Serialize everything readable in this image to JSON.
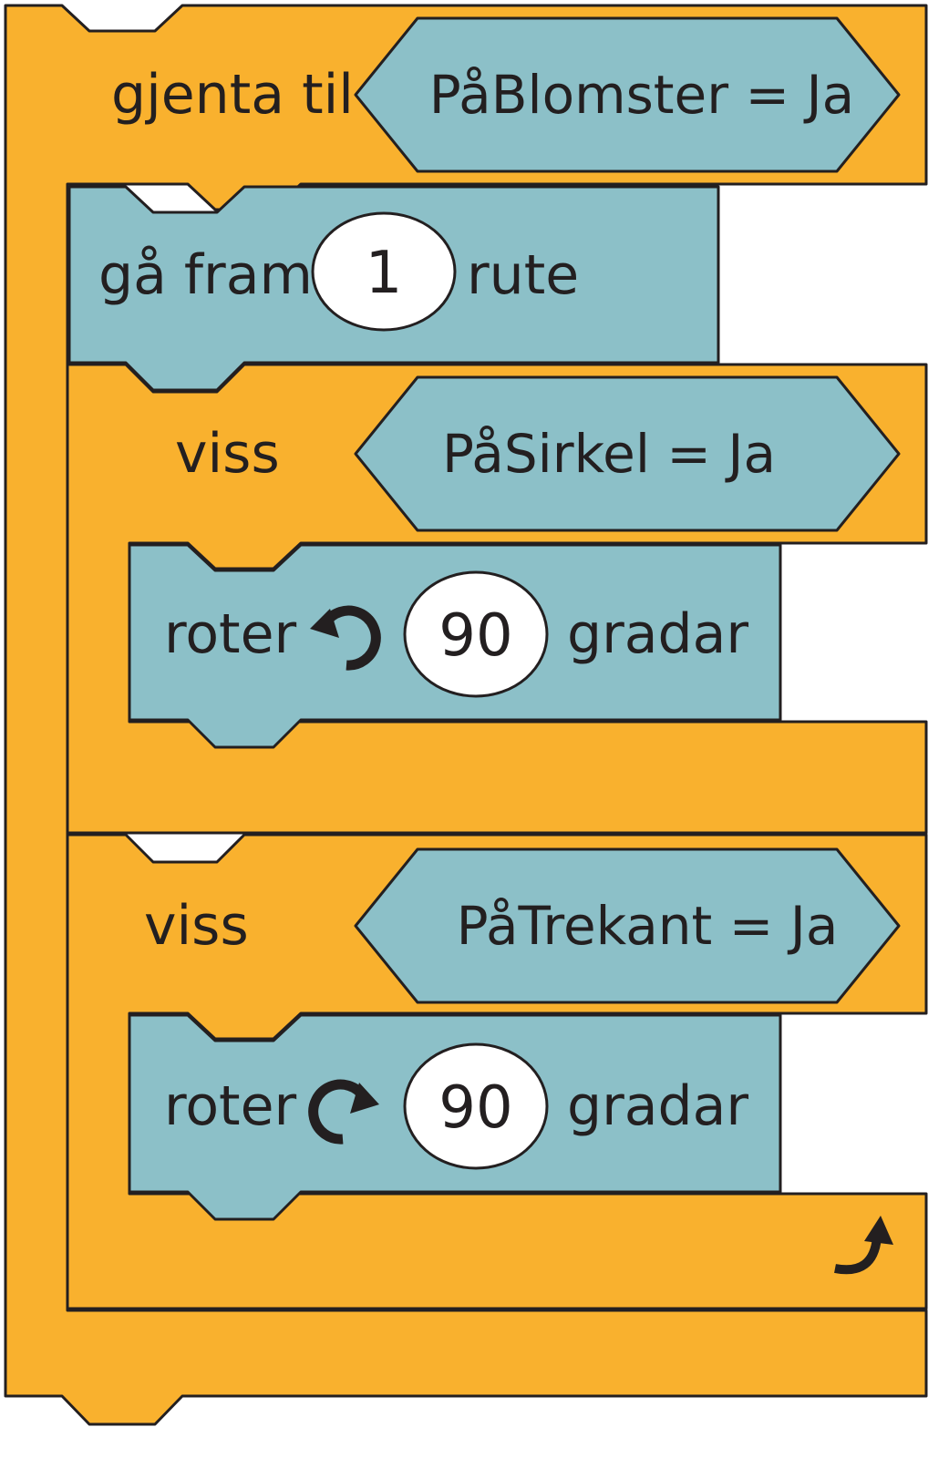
{
  "colors": {
    "control_block": "#f9b12e",
    "motion_block": "#8cc0c8",
    "outline": "#231f20",
    "number_slot": "#ffffff",
    "background": "#ffffff"
  },
  "blocks": {
    "repeat_until": {
      "label": "gjenta til",
      "condition": "PåBlomster = Ja",
      "loop_icon": "loop-arrow-icon"
    },
    "move": {
      "label": "gå fram",
      "value": "1",
      "unit": "rute"
    },
    "if_circle": {
      "label": "viss",
      "condition": "PåSirkel = Ja",
      "rotate": {
        "label": "roter",
        "direction_icon": "rotate-counterclockwise-icon",
        "value": "90",
        "unit": "gradar"
      }
    },
    "if_triangle": {
      "label": "viss",
      "condition": "PåTrekant = Ja",
      "rotate": {
        "label": "roter",
        "direction_icon": "rotate-clockwise-icon",
        "value": "90",
        "unit": "gradar"
      }
    }
  }
}
